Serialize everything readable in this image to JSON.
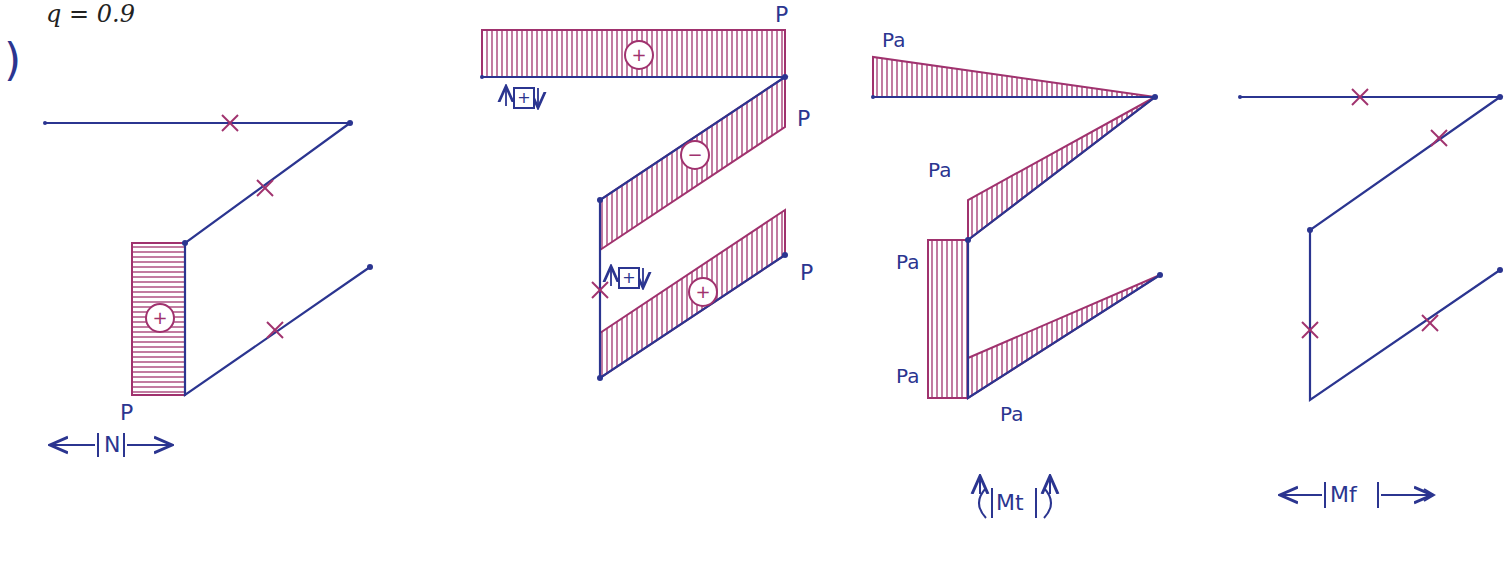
{
  "diagram": {
    "labels": [
      "q = 0.9",
      ")",
      "+",
      "P",
      "N",
      "P",
      "+",
      "+",
      "−",
      "P",
      "+",
      "+",
      "P",
      "Pa",
      "Pa",
      "Pa",
      "Pa",
      "Pa",
      "Mt",
      "Mf"
    ]
  }
}
